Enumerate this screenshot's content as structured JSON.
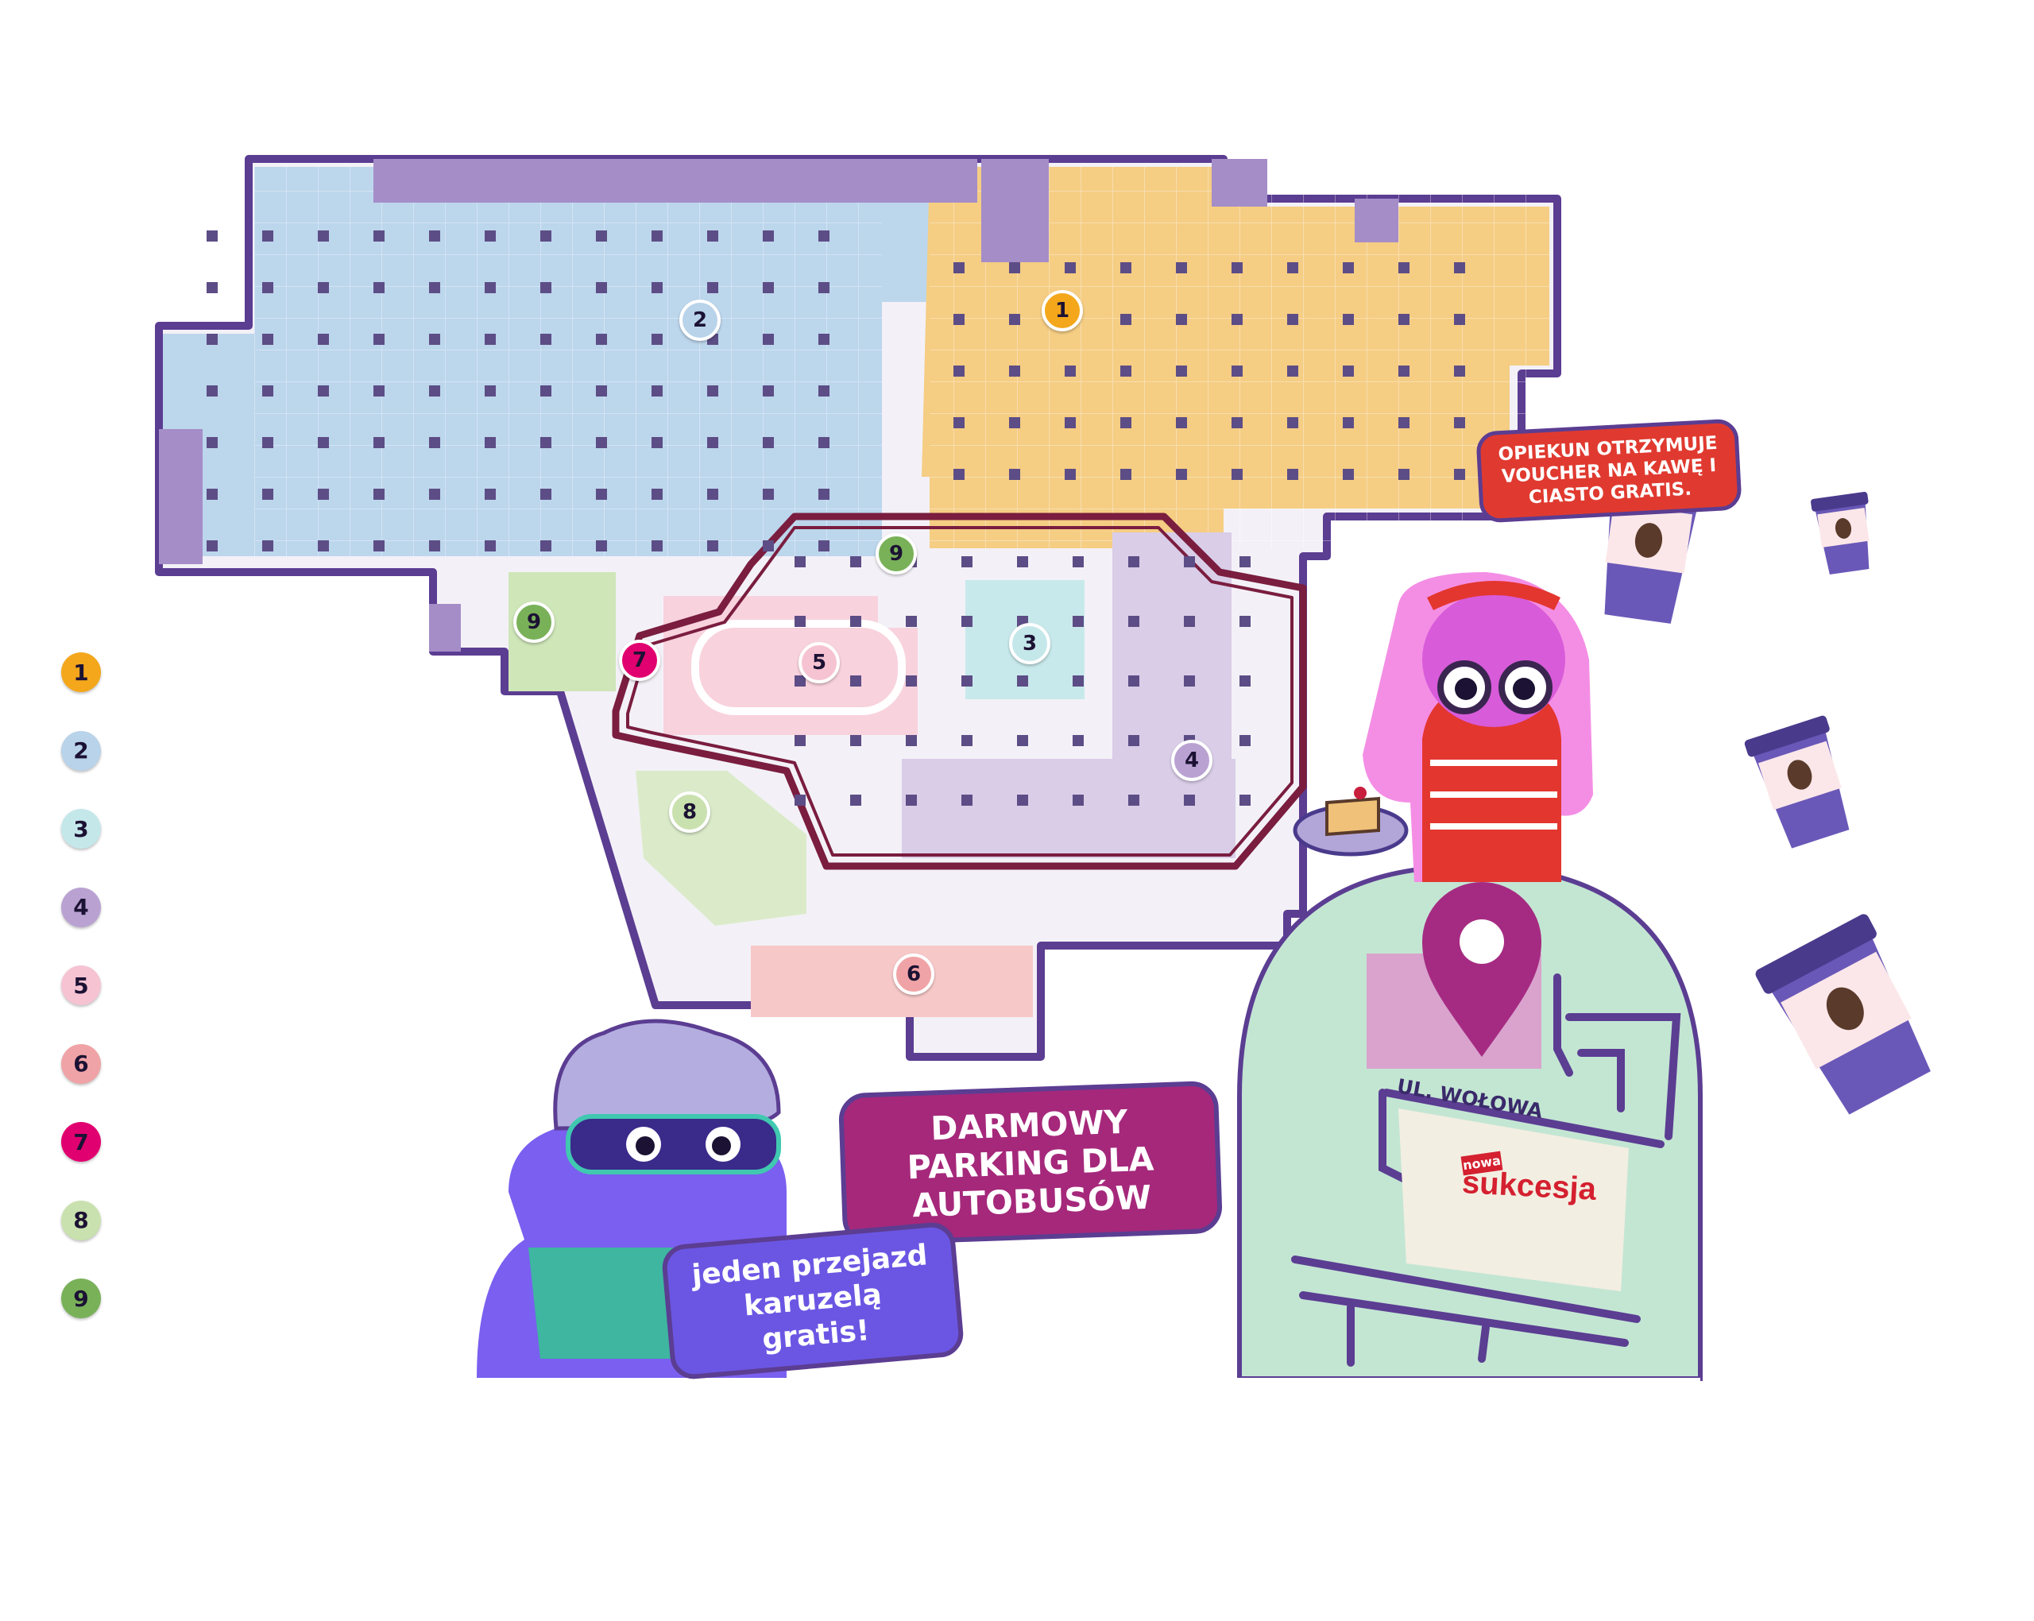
{
  "zones": [
    {
      "num": "1",
      "color": "#f4a71b"
    },
    {
      "num": "2",
      "color": "#b8d3ea"
    },
    {
      "num": "3",
      "color": "#c4e7ea"
    },
    {
      "num": "4",
      "color": "#b9a2d2"
    },
    {
      "num": "5",
      "color": "#f6c3d3"
    },
    {
      "num": "6",
      "color": "#f0a3a6"
    },
    {
      "num": "7",
      "color": "#e1006f"
    },
    {
      "num": "8",
      "color": "#c9e1ae"
    },
    {
      "num": "9",
      "color": "#79b159"
    }
  ],
  "map_markers": [
    {
      "num": "1",
      "zone": "1"
    },
    {
      "num": "2",
      "zone": "2"
    },
    {
      "num": "3",
      "zone": "3"
    },
    {
      "num": "4",
      "zone": "4"
    },
    {
      "num": "5",
      "zone": "5"
    },
    {
      "num": "6",
      "zone": "6"
    },
    {
      "num": "7",
      "zone": "7"
    },
    {
      "num": "8",
      "zone": "8"
    },
    {
      "num": "9",
      "zone": "9"
    },
    {
      "num": "9",
      "zone": "9"
    }
  ],
  "callouts": {
    "voucher": "OPIEKUN OTRZYMUJE VOUCHER NA KAWĘ I CIASTO GRATIS.",
    "parking": "DARMOWY PARKING DLA AUTOBUSÓW",
    "carousel": "jeden przejazd karuzelą gratis!"
  },
  "location_map": {
    "street": "UL. WOŁOWA",
    "logo_small": "nowa",
    "logo_main": "sukcesja"
  },
  "icons": [
    "map-pin-icon",
    "coffee-cup-icon",
    "cake-icon"
  ],
  "colors": {
    "outline": "#5b3d92",
    "track": "#7a1d3f",
    "voucher_bg": "#e03a30",
    "parking_bg": "#a5287b",
    "carousel_bg": "#6b56e3",
    "map_bg": "#c3e6d3",
    "pin": "#a52b82"
  }
}
